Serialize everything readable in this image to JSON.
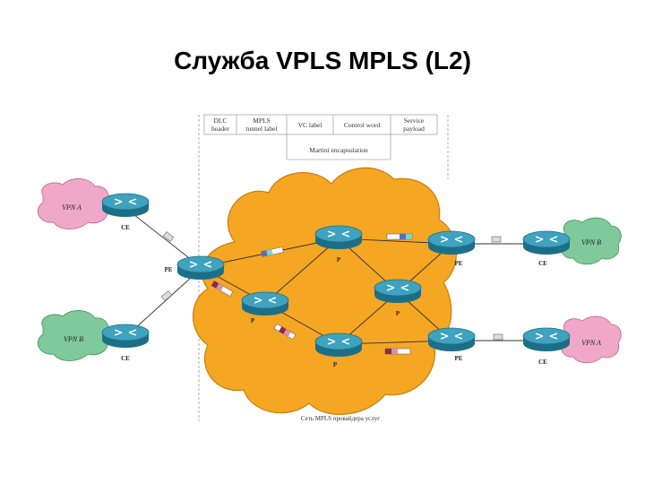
{
  "slide": {
    "title": "Служба VPLS MPLS (L2)"
  },
  "frame_header": {
    "fields": [
      {
        "line1": "DLC",
        "line2": "header"
      },
      {
        "line1": "MPLS",
        "line2": "tunnel label"
      },
      {
        "line1": "VC label",
        "line2": ""
      },
      {
        "line1": "Control word",
        "line2": ""
      },
      {
        "line1": "Service",
        "line2": "payload"
      }
    ],
    "caption": "Martini encapsulation"
  },
  "network": {
    "caption": "Сеть MPLS провайдера услуг"
  },
  "clouds": {
    "vpn_a_left": "VPN A",
    "vpn_b_left": "VPN B",
    "vpn_b_right": "VPN B",
    "vpn_a_right": "VPN A"
  },
  "nodes": {
    "ce_top_left": "CE",
    "ce_bottom_left": "CE",
    "pe_left": "PE",
    "p_left": "P",
    "p_top": "P",
    "p_center": "P",
    "p_bottom": "P",
    "pe_top_right": "PE",
    "pe_bottom_right": "PE",
    "ce_top_right": "CE",
    "ce_bottom_right": "CE"
  },
  "colors": {
    "mpls_cloud": "#f5a623",
    "vpn_a_cloud": "#f0a8c8",
    "vpn_b_cloud": "#7fc99a",
    "router": "#2b8aa6",
    "packet_teal": "#7fd3c8",
    "packet_maroon": "#8b2a4a",
    "packet_blue": "#5a6fb0"
  }
}
